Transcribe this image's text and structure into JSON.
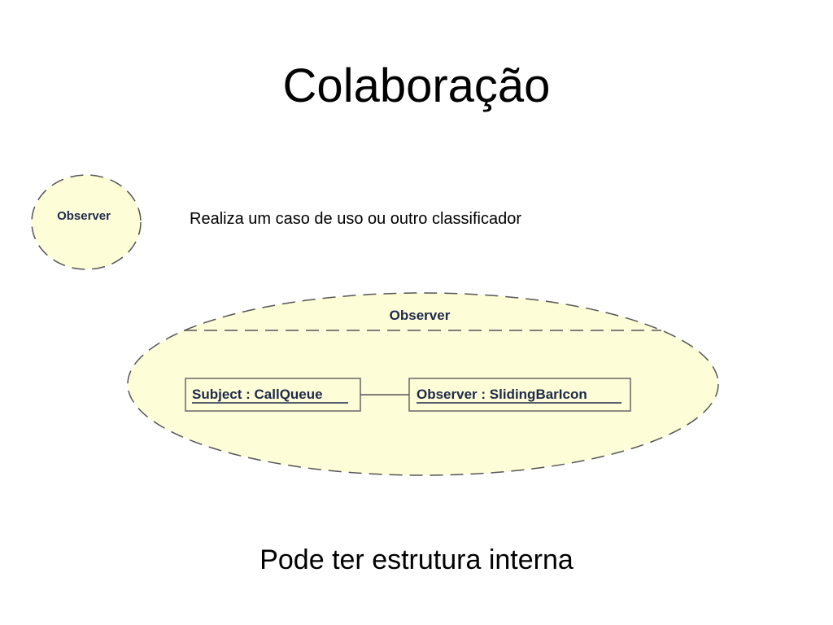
{
  "slide": {
    "title": "Colaboração",
    "note": "Realiza um caso de uso ou outro classificador",
    "caption": "Pode ter estrutura interna"
  },
  "small_collaboration": {
    "name": "Observer"
  },
  "large_collaboration": {
    "name": "Observer",
    "parts": [
      {
        "role": "Subject",
        "type": "CallQueue"
      },
      {
        "role": "Observer",
        "type": "SlidingBarIcon"
      }
    ]
  },
  "colors": {
    "fill": "#fdfdd8",
    "dash": "#555555",
    "text": "#1f2a4a"
  }
}
